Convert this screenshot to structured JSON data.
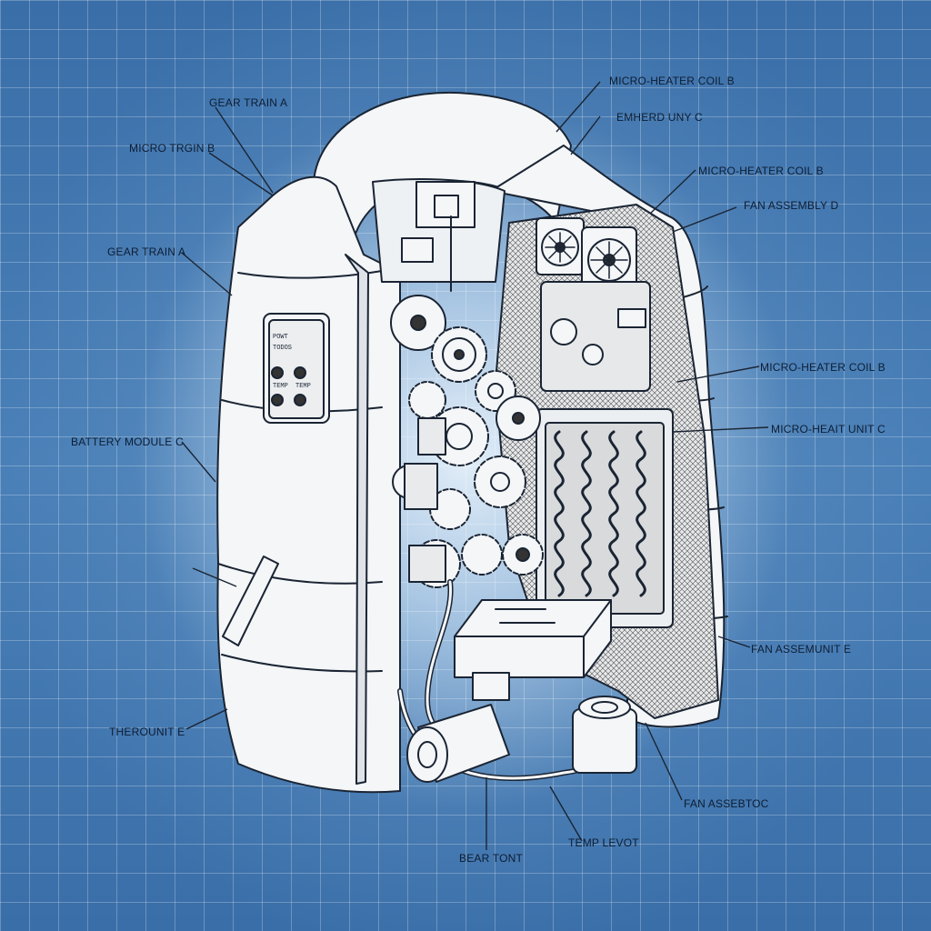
{
  "labels": {
    "gear_train_a_top": "GEAR TRAIN A",
    "micro_train_b": "MICRO TRGIN B",
    "gear_train_a_left": "GEAR TRAIN A",
    "battery_module_c": "BATTERY MODULE C",
    "therounit_e": "THEROUNIT E",
    "beam_tont": "BEAR TONT",
    "temp_levot": "TEMP LEVOT",
    "fan_assembly_bottom": "FAN ASSEBTOC",
    "fan_assem_unit_e": "FAN ASSEMUNIT E",
    "micro_heat_unit_c": "MICRO-HEAIT UNIT C",
    "micro_heater_coil_b_mid": "MICRO-HEATER COIL B",
    "fan_assembly_d": "FAN ASSEMBLY D",
    "micro_heater_coil_b_upper": "MICRO-HEATER COIL B",
    "embered_unit_c": "EMHERD UNY C",
    "micro_heater_coil_b_top": "MICRO-HEATER COIL B"
  },
  "panel": {
    "line1": "POWT",
    "line2": "TODOS",
    "line3": "TEMP",
    "line4": "TEMP"
  },
  "colors": {
    "background": "#3a6ea8",
    "line": "#1a2433",
    "vest_fill": "#f4f6f8"
  }
}
